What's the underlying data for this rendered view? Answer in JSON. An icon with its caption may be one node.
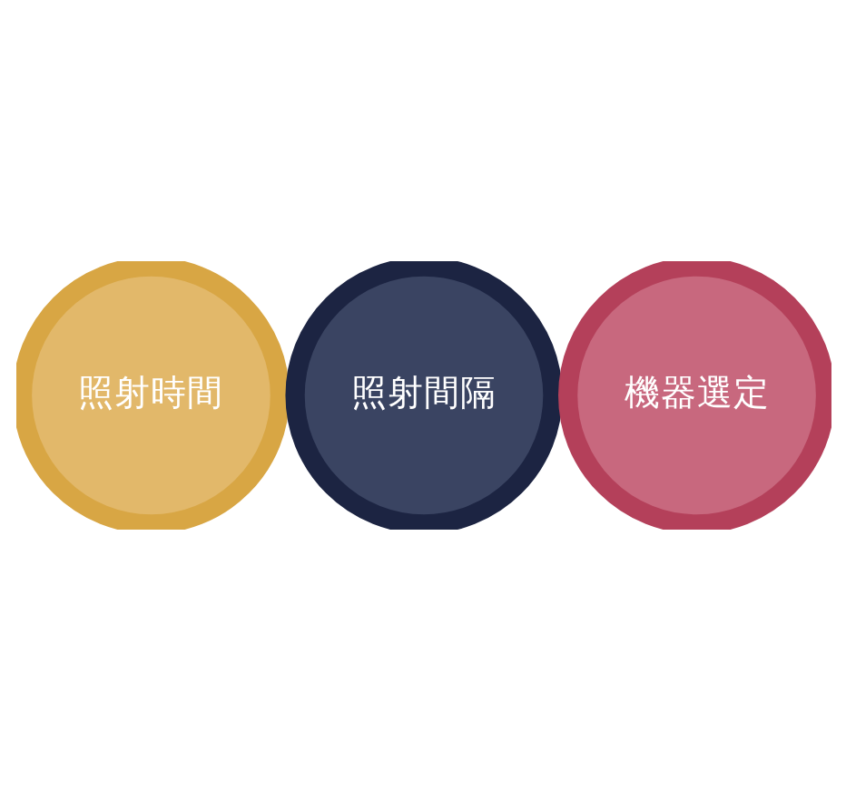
{
  "diagram": {
    "nodes": [
      {
        "text": [
          "照射時間"
        ]
      },
      {
        "text": [
          "照射間隔"
        ]
      },
      {
        "text": [
          "機器選定"
        ]
      }
    ]
  }
}
